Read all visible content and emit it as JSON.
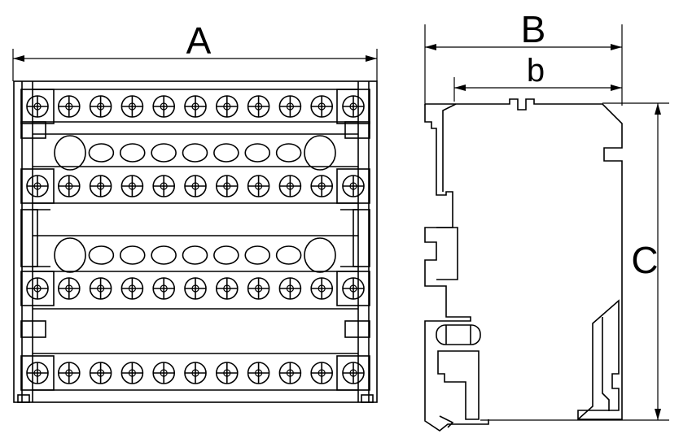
{
  "dimensions": {
    "width_label": "A",
    "depth_label": "B",
    "rail_depth_label": "b",
    "height_label": "C"
  },
  "front_view": {
    "terminal_rows": [
      {
        "screws": 11,
        "holes": []
      },
      {
        "screws": 11,
        "holes": [
          "large",
          "small",
          "small",
          "small",
          "small",
          "small",
          "small",
          "small",
          "large"
        ]
      },
      {
        "screws": 11,
        "holes": [
          "large",
          "small",
          "small",
          "small",
          "small",
          "small",
          "small",
          "small",
          "large"
        ]
      },
      {
        "screws": 11,
        "holes": []
      }
    ]
  },
  "colors": {
    "line": "#000000",
    "background": "#ffffff"
  }
}
